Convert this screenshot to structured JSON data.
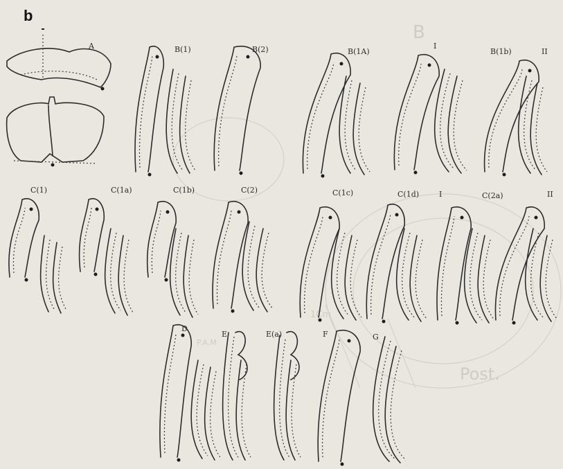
{
  "figure": {
    "letter": "b"
  },
  "watermark": {
    "labels": [
      "B",
      "Post.",
      "1Cm",
      "P.A.M"
    ]
  },
  "panels": [
    {
      "id": "A",
      "label": "A"
    },
    {
      "id": "B1",
      "label": "B(1)"
    },
    {
      "id": "B2",
      "label": "B(2)"
    },
    {
      "id": "B1a",
      "label": "B(1A)"
    },
    {
      "id": "B1b-I",
      "label": "I"
    },
    {
      "id": "B1b",
      "label": "B(1b)"
    },
    {
      "id": "B1b-II",
      "label": "II"
    },
    {
      "id": "C1",
      "label": "C(1)"
    },
    {
      "id": "C1a",
      "label": "C(1a)"
    },
    {
      "id": "C1b",
      "label": "C(1b)"
    },
    {
      "id": "C2",
      "label": "C(2)"
    },
    {
      "id": "C1c",
      "label": "C(1c)"
    },
    {
      "id": "C1d",
      "label": "C(1d)"
    },
    {
      "id": "C2a-I",
      "label": "I"
    },
    {
      "id": "C2a",
      "label": "C(2a)"
    },
    {
      "id": "C2a-II",
      "label": "II"
    },
    {
      "id": "D",
      "label": "D"
    },
    {
      "id": "E",
      "label": "E"
    },
    {
      "id": "Ea",
      "label": "E(a)"
    },
    {
      "id": "F",
      "label": "F"
    },
    {
      "id": "G",
      "label": "G"
    }
  ]
}
